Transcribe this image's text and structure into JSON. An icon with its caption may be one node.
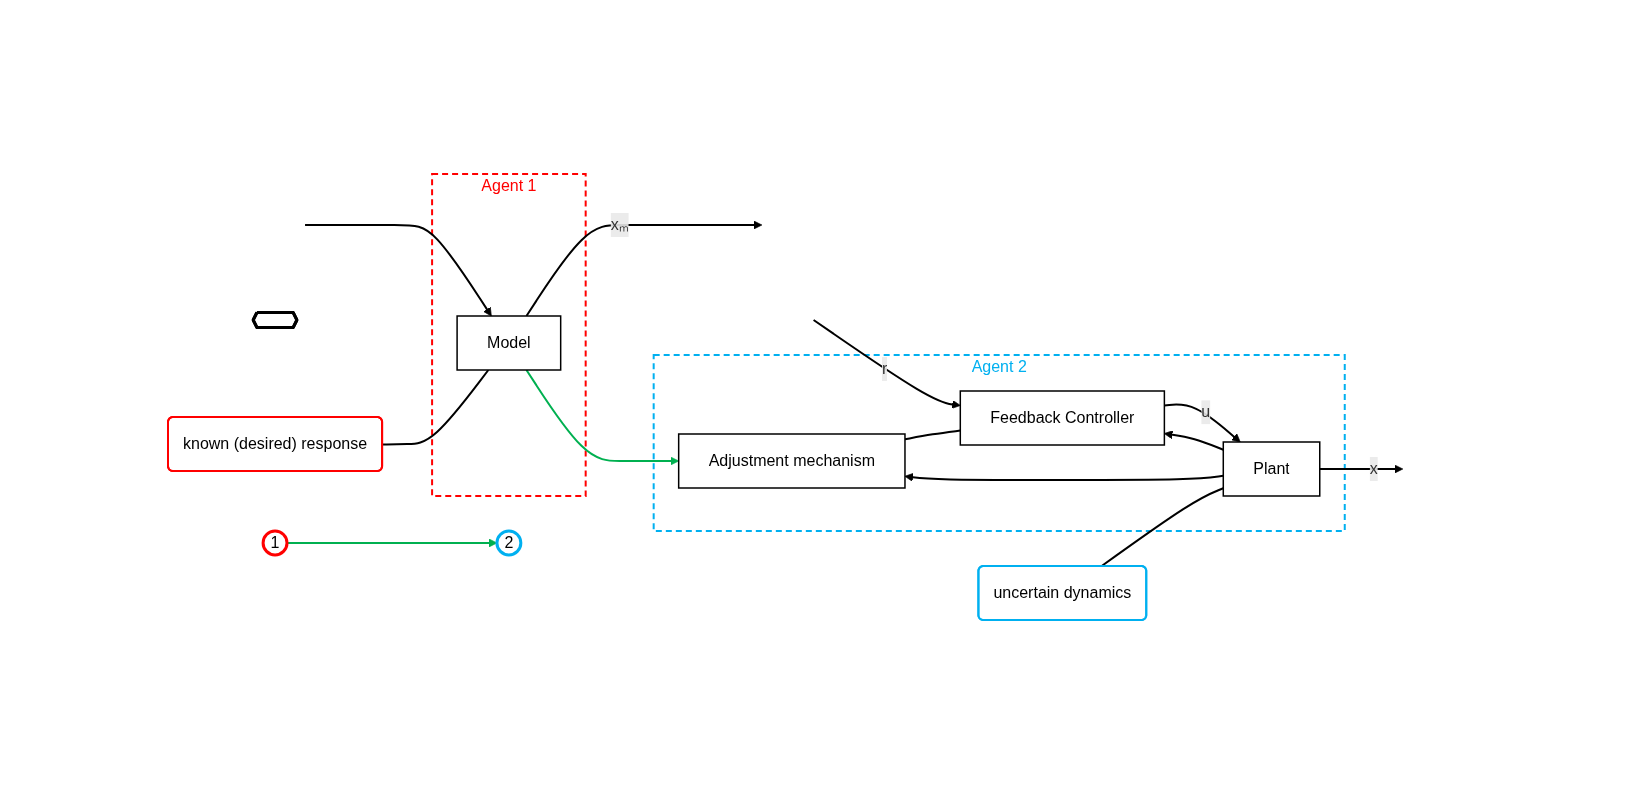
{
  "diagram": {
    "nodes": [
      {
        "text": [
          "known (desired) response"
        ]
      },
      {
        "text": [
          "Agent 1"
        ]
      },
      {
        "text": [
          "Model"
        ],
        "in": 1
      },
      {
        "text": [
          "Agent 2"
        ]
      },
      {
        "text": [
          "Adjustment mechanism"
        ],
        "in": 3
      },
      {
        "text": [
          "Feedback Controller"
        ],
        "in": 3
      },
      {
        "text": [
          "Plant"
        ],
        "in": 3
      },
      {
        "text": [
          "uncertain dynamics"
        ]
      },
      {
        "text": [],
        "shape": "arrow"
      },
      {
        "text": [
          "1"
        ]
      },
      {
        "text": [
          "2"
        ]
      }
    ],
    "edges": [
      {
        "from": null,
        "to": 2,
        "arrow": "to"
      },
      {
        "from": null,
        "to": 5,
        "arrow": "to",
        "label": "r"
      },
      {
        "from": 2,
        "to": null,
        "arrow": "to",
        "label": "xₘ"
      },
      {
        "from": 2,
        "to": 4,
        "arrow": "to",
        "color": "#00b050"
      },
      {
        "from": 5,
        "to": 6,
        "arrow": "to",
        "label": "u"
      },
      {
        "from": 6,
        "to": null,
        "arrow": "to",
        "label": "x"
      },
      {
        "from": 6,
        "to": 4,
        "arrow": "to"
      },
      {
        "from": 6,
        "to": 5,
        "arrow": "to"
      },
      {
        "from": 4,
        "to": 5,
        "arrow": "none"
      },
      {
        "from": 0,
        "to": 2,
        "arrow": "none"
      },
      {
        "from": 7,
        "to": 6,
        "arrow": "none"
      },
      {
        "from": 9,
        "to": 10,
        "arrow": "to",
        "color": "#00b050"
      }
    ]
  }
}
